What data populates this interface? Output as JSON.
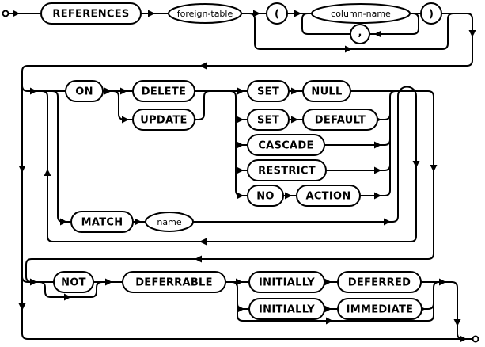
{
  "diagram": {
    "name": "foreign-key-clause syntax diagram",
    "colors": {
      "line": "#000000",
      "background": "#ffffff",
      "text": "#000000"
    },
    "keywords": {
      "references": "REFERENCES",
      "on": "ON",
      "delete": "DELETE",
      "update": "UPDATE",
      "set1": "SET",
      "null": "NULL",
      "set2": "SET",
      "default": "DEFAULT",
      "cascade": "CASCADE",
      "restrict": "RESTRICT",
      "no": "NO",
      "action": "ACTION",
      "match": "MATCH",
      "not": "NOT",
      "deferrable": "DEFERRABLE",
      "initially1": "INITIALLY",
      "deferred": "DEFERRED",
      "initially2": "INITIALLY",
      "immediate": "IMMEDIATE"
    },
    "nonterminals": {
      "foreign_table": "foreign-table",
      "column_name": "column-name",
      "name": "name"
    },
    "literals": {
      "open_paren": "(",
      "comma": ",",
      "close_paren": ")"
    }
  }
}
